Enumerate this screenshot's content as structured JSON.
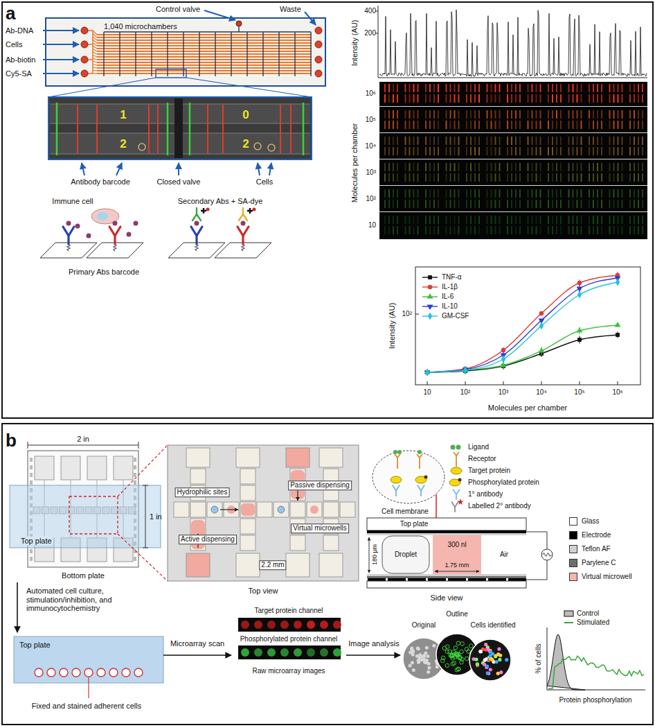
{
  "diagram": {
    "nodes": [
      {
        "text": [
          "a"
        ]
      },
      {
        "text": [
          "b"
        ]
      },
      {
        "text": [
          "Top plate",
          "Bottom plate"
        ],
        "in": 1
      },
      {
        "text": [
          "Top plate",
          "Fixed and stained adherent cells"
        ],
        "in": 1
      },
      {
        "text": [
          "Target protein channel",
          "Phosphorylated protein channel",
          "Raw microarray images"
        ],
        "in": 1
      },
      {
        "text": [
          "Original",
          "Outline",
          "Cells identified"
        ],
        "in": 1
      }
    ],
    "edges": [
      {
        "from": 2,
        "to": 3,
        "label": "Automated cell culture, stimulation/inhibition, and immunocytochemistry",
        "arrow": "to"
      },
      {
        "from": 3,
        "to": 4,
        "label": "Microarray scan",
        "arrow": "to"
      },
      {
        "from": 4,
        "to": 5,
        "label": "Image analysis",
        "arrow": "to"
      }
    ],
    "labels": [
      "1,040 microchambers",
      "Control valve",
      "Waste",
      "Ab-DNA",
      "Cells",
      "Ab-biotin",
      "Cy5-SA",
      "1",
      "0",
      "2",
      "2",
      "Antibody barcode",
      "Closed valve",
      "Cells",
      "Immune cell",
      "Secondary Abs + SA-dye",
      "Primary Abs barcode",
      "Intensity (AU)",
      "400",
      "200",
      "10⁶",
      "10⁵",
      "10⁴",
      "10³",
      "10²",
      "10",
      "Molecules per chamber",
      "Intensity (AU)",
      "10²",
      "10",
      "10²",
      "10³",
      "10⁴",
      "10⁵",
      "10⁶",
      "Molecules per chamber",
      "2 in",
      "1 in",
      "Hydrophilic sites",
      "Passive dispensing",
      "Active dispensing",
      "Virtual microwells",
      "2.2 mm",
      "Top view",
      "Cell membrane",
      "Top plate",
      "Droplet",
      "300 nl",
      "1.75 mm",
      "Air",
      "180 μm",
      "Side view",
      "% of cells",
      "Protein phosphorylation"
    ],
    "legend": [
      {
        "text": "TNF-α"
      },
      {
        "text": "IL-1β"
      },
      {
        "text": "IL-6"
      },
      {
        "text": "IL-10"
      },
      {
        "text": "GM-CSF"
      },
      {
        "text": "Ligand"
      },
      {
        "text": "Receptor"
      },
      {
        "text": "Target protein"
      },
      {
        "text": "Phosphorylated protein"
      },
      {
        "text": "1° antibody"
      },
      {
        "text": "Labelled 2° antibody"
      },
      {
        "text": "Glass",
        "color": "#ffffff"
      },
      {
        "text": "Electrode",
        "color": "#000000"
      },
      {
        "text": "Teflon AF",
        "color": "#d0d0d0"
      },
      {
        "text": "Parylene C",
        "color": "#6e6e6e"
      },
      {
        "text": "Virtual microwell",
        "color": "#f4b6ae"
      },
      {
        "text": "Control"
      },
      {
        "text": "Stimulated"
      }
    ]
  }
}
